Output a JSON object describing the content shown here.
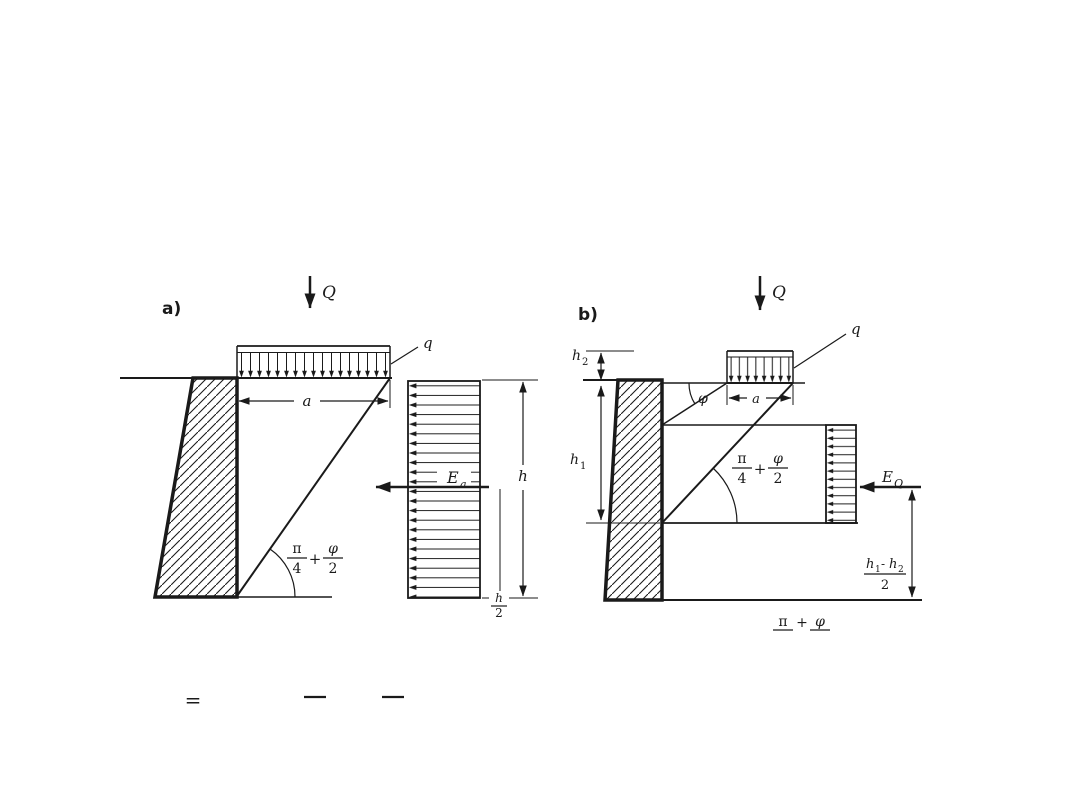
{
  "figure_a": {
    "label": "a)",
    "force_label": "Q",
    "load_label": "q",
    "width_label": "a",
    "angle": {
      "pi": "π",
      "four": "4",
      "plus": "+",
      "phi": "φ",
      "two": "2"
    },
    "resultant": {
      "symbol": "E",
      "subscript": "a"
    },
    "height_label": "h",
    "half_height": {
      "num": "h",
      "den": "2"
    }
  },
  "figure_b": {
    "label": "b)",
    "force_label": "Q",
    "load_label": "q",
    "width_label": "a",
    "phi_label": "φ",
    "angle": {
      "pi": "π",
      "four": "4",
      "plus": "+",
      "phi": "φ",
      "two": "2"
    },
    "resultant": {
      "symbol": "E",
      "subscript": "Q"
    },
    "h2_label": {
      "base": "h",
      "sub": "2"
    },
    "h1_label": {
      "base": "h",
      "sub": "1"
    },
    "offset_fraction": {
      "h_a": "h",
      "sub_a": "1",
      "minus": "-",
      "h_b": "h",
      "sub_b": "2",
      "den": "2"
    },
    "clipped_fraction": {
      "pi": "π",
      "plus": "+",
      "phi": "φ"
    }
  },
  "equation": {
    "equals": "="
  }
}
